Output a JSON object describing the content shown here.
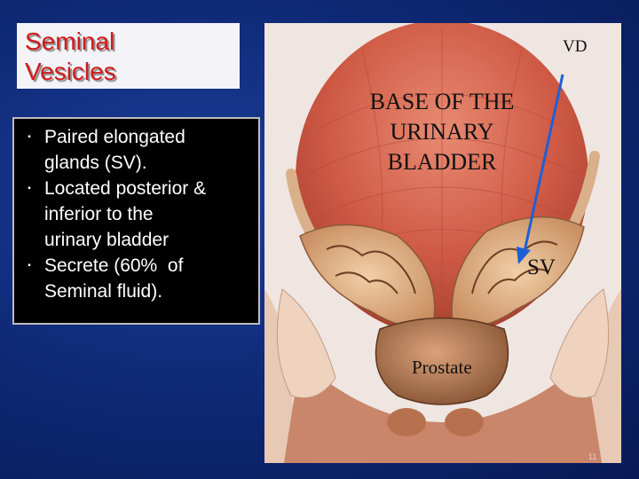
{
  "title": {
    "line1": "Seminal",
    "line2": "Vesicles"
  },
  "bullets": [
    {
      "marker": "▪",
      "text": "Paired elongated\nglands (SV)."
    },
    {
      "marker": "▪",
      "text": "Located posterior &\ninferior to the\nurinary bladder"
    },
    {
      "marker": "▪",
      "text": "Secrete (60%  of\nSeminal fluid)."
    }
  ],
  "figure": {
    "labels": {
      "vd": "VD",
      "base": "BASE OF THE URINARY BLADDER",
      "sv": "SV",
      "prostate": "Prostate"
    },
    "page_number": "11"
  },
  "colors": {
    "title_text": "#d21a1a",
    "background": "#0f2a78",
    "arrow": "#1f5fd6"
  }
}
